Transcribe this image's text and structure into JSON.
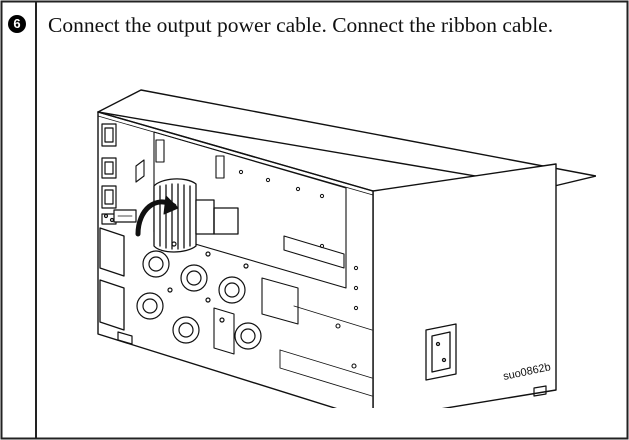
{
  "step": {
    "number": "6",
    "instruction": "Connect the output power cable. Connect the ribbon cable."
  },
  "illustration": {
    "figure_id": "suo0862b",
    "subject": "UPS rear panel with output power cable and ribbon cable",
    "icons": [
      "step-number-badge",
      "curved-arrow-icon"
    ]
  },
  "colors": {
    "line": "#111111",
    "background": "#ffffff",
    "border": "#222222"
  }
}
